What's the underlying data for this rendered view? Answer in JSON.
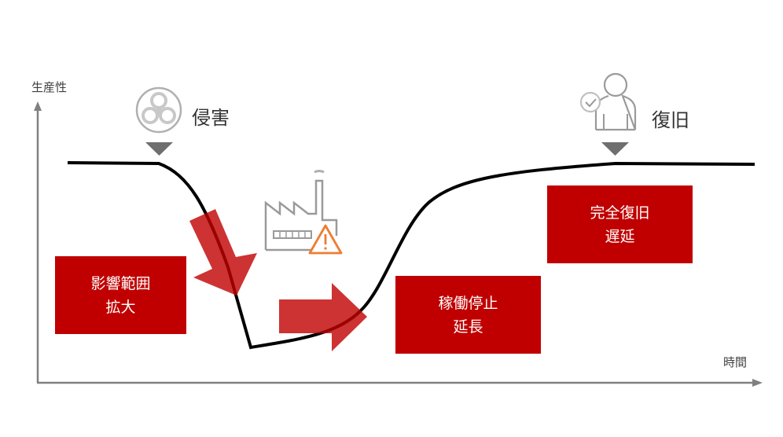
{
  "axes": {
    "y_label": "生産性",
    "x_label": "時間"
  },
  "events": [
    {
      "id": "intrusion",
      "label": "侵害",
      "icon": "biohazard-icon"
    },
    {
      "id": "recovery",
      "label": "復旧",
      "icon": "user-check-icon"
    }
  ],
  "boxes": [
    {
      "lines": [
        "影響範囲",
        "拡大"
      ]
    },
    {
      "lines": [
        "稼働停止",
        "延長"
      ]
    },
    {
      "lines": [
        "完全復旧",
        "遅延"
      ]
    }
  ],
  "icons": {
    "factory": "factory-warning-icon"
  },
  "colors": {
    "box_red": "#c00000",
    "arrow_red": "#c00000",
    "curve": "#000000",
    "axis": "#808080",
    "icon_gray": "#9a9a9a",
    "warning_orange": "#ed7d31"
  }
}
